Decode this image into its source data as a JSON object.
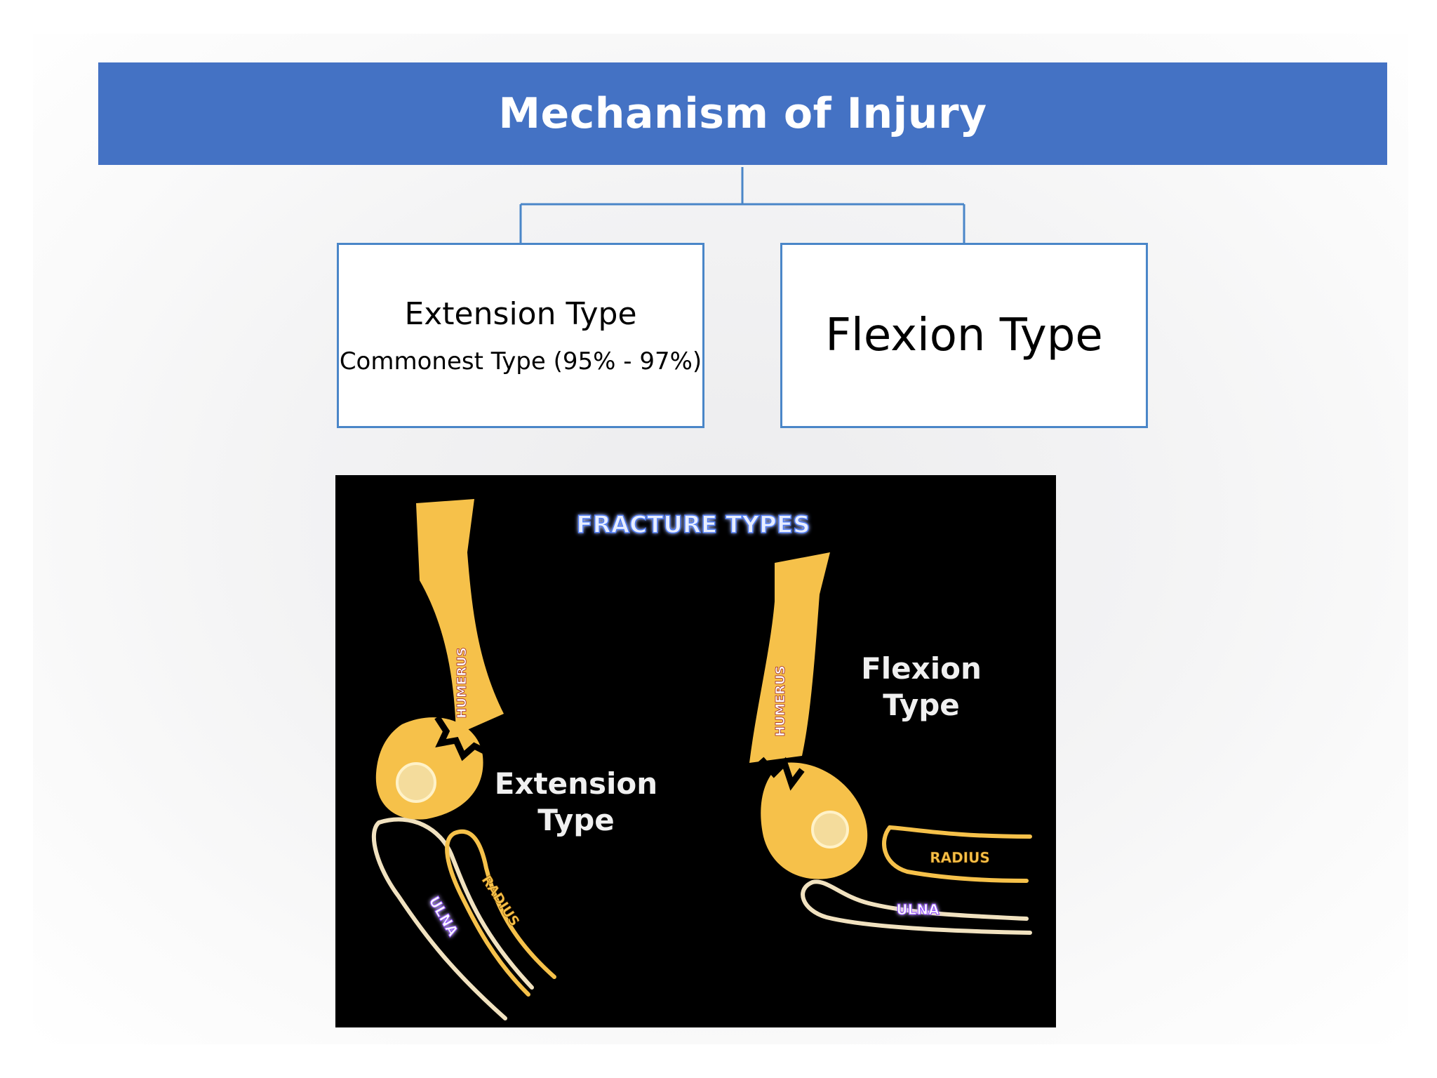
{
  "slide": {
    "title": "Mechanism of Injury",
    "colors": {
      "title_bar": "#4472c4",
      "box_border": "#4a86c8",
      "bone": "#f6c14a",
      "label_blue": "#4f7df5"
    }
  },
  "boxes": {
    "extension": {
      "title": "Extension Type",
      "subtitle": "Commonest Type (95% - 97%)"
    },
    "flexion": {
      "title": "Flexion Type"
    }
  },
  "figure": {
    "heading": "FRACTURE TYPES",
    "extension": {
      "line1": "Extension",
      "line2": "Type"
    },
    "flexion": {
      "line1": "Flexion",
      "line2": "Type"
    },
    "bone_labels": {
      "humerus_left": "HUMERUS",
      "humerus_right": "HUMERUS",
      "ulna_left": "ULNA",
      "radius_left": "RADIUS",
      "radius_right": "RADIUS",
      "ulna_right": "ULNA"
    }
  }
}
